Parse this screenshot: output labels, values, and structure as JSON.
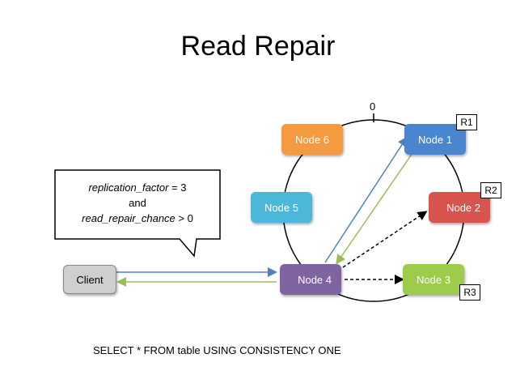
{
  "title": "Read Repair",
  "ring_origin_label": "0",
  "nodes": {
    "node1": {
      "label": "Node 1",
      "color": "#4a86d0"
    },
    "node2": {
      "label": "Node 2",
      "color": "#d9534f"
    },
    "node3": {
      "label": "Node 3",
      "color": "#9ccc4a"
    },
    "node4": {
      "label": "Node 4",
      "color": "#8064a2"
    },
    "node5": {
      "label": "Node 5",
      "color": "#4bb8d9"
    },
    "node6": {
      "label": "Node 6",
      "color": "#f59a3e"
    }
  },
  "client": {
    "label": "Client"
  },
  "replicas": {
    "r1": "R1",
    "r2": "R2",
    "r3": "R3"
  },
  "callout": {
    "line1_key": "replication_factor",
    "line1_value": " = 3",
    "line2": "and",
    "line3_key": "read_repair_chance",
    "line3_value": " > 0"
  },
  "query": "SELECT * FROM table USING CONSISTENCY ONE",
  "colors": {
    "request_arrow": "#4f81bd",
    "response_arrow": "#9bbb59",
    "repair_arrow": "#000000"
  }
}
